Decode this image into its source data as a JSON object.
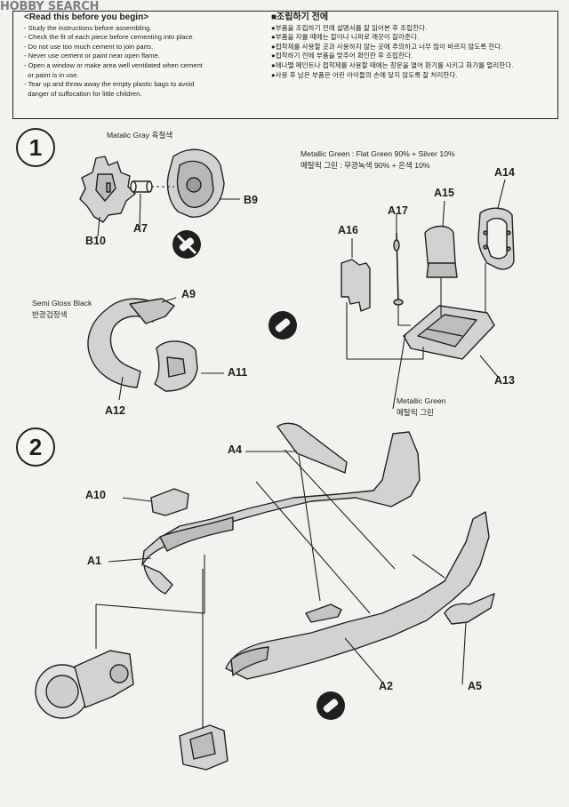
{
  "watermark": "HOBBY SEARCH",
  "instructions": {
    "en_heading": "<Read this before you begin>",
    "en_lines": [
      "- Study the instructions before assembling.",
      "- Check the fit of each piece before cementing into place.",
      "- Do not use too much cement to join parts.",
      "- Never use cement or paint near open flame.",
      "- Open a window or make area well ventilated when cement",
      "  or paint is in use.",
      "- Tear up and throw away the empty plastic bags to avoid",
      "  danger of suffocation for little children."
    ],
    "ko_heading": "■조립하기 전에",
    "ko_lines": [
      "●부품을 조립하기 전에 설명서를 잘 읽어본 후 조립한다.",
      "●부품을 자를 때에는 칼이나 니퍼로 깨끗이 잘라준다.",
      "●접착제를 사용할 곳과 사용하지 않는 곳에 주의하고 너무 많이 바르지 않도록 한다.",
      "●접착하기 전에 부품을 맞추어 확인한 후 조립한다.",
      "●에나멜 페인트나 접착제를 사용할 때에는 창문을 열어 환기를 시키고 화기를 멀리한다.",
      "●사용 후 남은 부품은 어린 아이들의 손에 닿지 않도록 잘 처리한다."
    ]
  },
  "steps": [
    "1",
    "2"
  ],
  "step1": {
    "note_engine": "Matalic Gray 흑철색",
    "note_cockpit_en": "Metallic Green : Flat Green 90% + Silver 10%",
    "note_cockpit_ko": "메탈릭 그린 : 무광녹색 90% + 은색 10%",
    "note_cowl_en": "Semi Gloss Black",
    "note_cowl_ko": "반광검정색",
    "parts": {
      "B10": "B10",
      "A7": "A7",
      "B9": "B9",
      "A16": "A16",
      "A17": "A17",
      "A15": "A15",
      "A14": "A14",
      "A13": "A13",
      "A9": "A9",
      "A11": "A11",
      "A12": "A12"
    }
  },
  "step2": {
    "note_en": "Metallic Green",
    "note_ko": "메탈릭 그린",
    "parts": {
      "A4": "A4",
      "A10": "A10",
      "A1": "A1",
      "A2": "A2",
      "A5": "A5"
    }
  },
  "colors": {
    "ink": "#1f1f1f",
    "paper": "#f3f2ee",
    "part_fill": "#d2d2d2"
  },
  "icons": [
    "no-cement-icon",
    "cement-icon"
  ]
}
